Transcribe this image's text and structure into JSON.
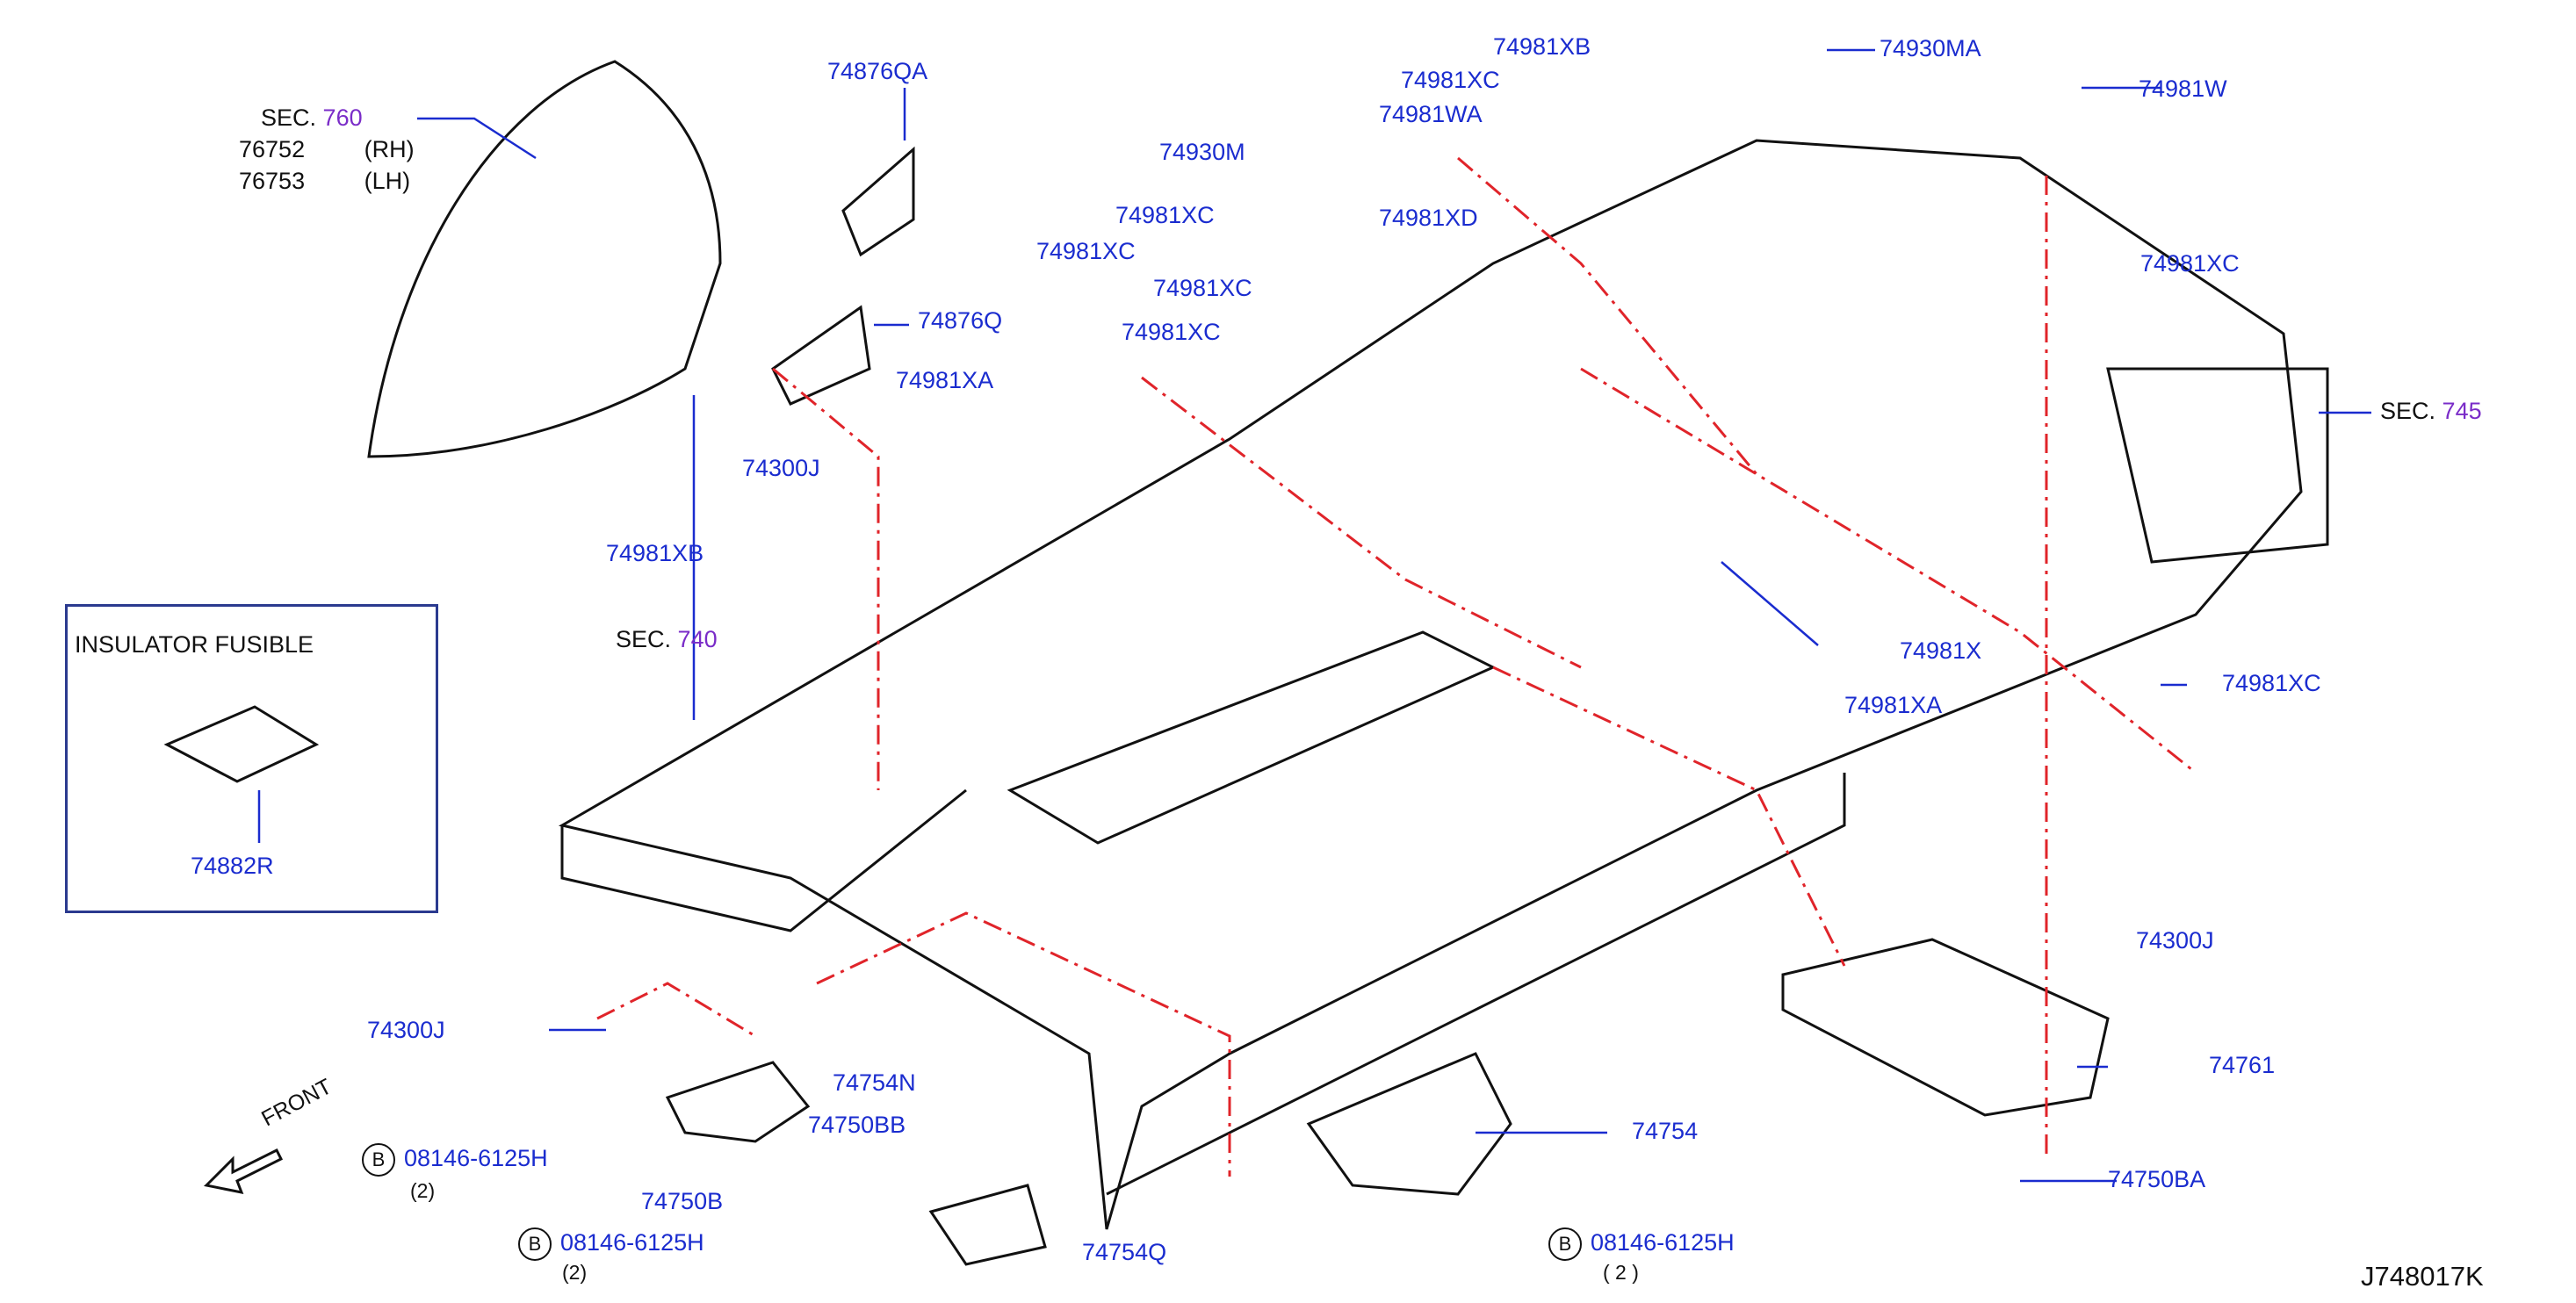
{
  "sections": {
    "sec760": {
      "prefix": "SEC.",
      "num": "760"
    },
    "sec740": {
      "prefix": "SEC.",
      "num": "740"
    },
    "sec745": {
      "prefix": "SEC.",
      "num": "745"
    },
    "rh_part": "76752",
    "rh_side": "(RH)",
    "lh_part": "76753",
    "lh_side": "(LH)"
  },
  "inset": {
    "title": "INSULATOR   FUSIBLE",
    "part": "74882R"
  },
  "parts": {
    "p74876QA": "74876QA",
    "p74876Q": "74876Q",
    "p74930M": "74930M",
    "p74981WA": "74981WA",
    "p74981XD": "74981XD",
    "p74981XC_a": "74981XC",
    "p74981XC_b": "74981XC",
    "p74981XC_c": "74981XC",
    "p74981XC_d": "74981XC",
    "p74981XC_e": "74981XC",
    "p74981XC_f": "74981XC",
    "p74981XC_g": "74981XC",
    "p74981XB_a": "74981XB",
    "p74981XB_b": "74981XB",
    "p74930MA": "74930MA",
    "p74981W": "74981W",
    "p74981XA_a": "74981XA",
    "p74981XA_b": "74981XA",
    "p74300J_a": "74300J",
    "p74300J_b": "74300J",
    "p74300J_c": "74300J",
    "p74981X": "74981X",
    "p74754N": "74754N",
    "p74750BB": "74750BB",
    "p74750B": "74750B",
    "p74754Q": "74754Q",
    "p74754": "74754",
    "p74761": "74761",
    "p74750BA": "74750BA"
  },
  "bolts": {
    "b1": {
      "mark": "B",
      "code": "08146-6125H",
      "qty": "(2)"
    },
    "b2": {
      "mark": "B",
      "code": "08146-6125H",
      "qty": "(2)"
    },
    "b3": {
      "mark": "B",
      "code": "08146-6125H",
      "qty": "( 2 )"
    }
  },
  "front": "FRONT",
  "drawing_id": "J748017K",
  "colors": {
    "label": "#1a2ccf",
    "leader": "#1a2ccf",
    "dashed": "#e0242a",
    "line": "#111111",
    "sec_num": "#7a2cc8"
  }
}
